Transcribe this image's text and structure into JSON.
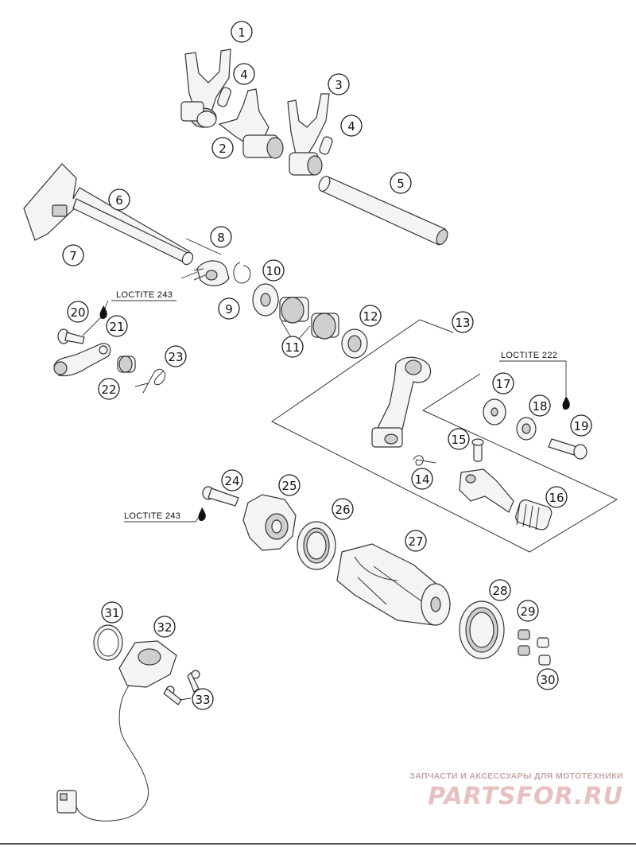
{
  "callouts": [
    {
      "id": "1",
      "label": "1"
    },
    {
      "id": "2",
      "label": "2"
    },
    {
      "id": "3",
      "label": "3"
    },
    {
      "id": "4a",
      "label": "4"
    },
    {
      "id": "4b",
      "label": "4"
    },
    {
      "id": "5",
      "label": "5"
    },
    {
      "id": "6",
      "label": "6"
    },
    {
      "id": "7",
      "label": "7"
    },
    {
      "id": "8",
      "label": "8"
    },
    {
      "id": "9",
      "label": "9"
    },
    {
      "id": "10",
      "label": "10"
    },
    {
      "id": "11",
      "label": "11"
    },
    {
      "id": "12",
      "label": "12"
    },
    {
      "id": "13",
      "label": "13"
    },
    {
      "id": "14",
      "label": "14"
    },
    {
      "id": "15",
      "label": "15"
    },
    {
      "id": "16",
      "label": "16"
    },
    {
      "id": "17",
      "label": "17"
    },
    {
      "id": "18",
      "label": "18"
    },
    {
      "id": "19",
      "label": "19"
    },
    {
      "id": "20",
      "label": "20"
    },
    {
      "id": "21",
      "label": "21"
    },
    {
      "id": "22",
      "label": "22"
    },
    {
      "id": "23",
      "label": "23"
    },
    {
      "id": "24",
      "label": "24"
    },
    {
      "id": "25",
      "label": "25"
    },
    {
      "id": "26",
      "label": "26"
    },
    {
      "id": "27",
      "label": "27"
    },
    {
      "id": "28",
      "label": "28"
    },
    {
      "id": "29",
      "label": "29"
    },
    {
      "id": "30",
      "label": "30"
    },
    {
      "id": "31",
      "label": "31"
    },
    {
      "id": "32",
      "label": "32"
    },
    {
      "id": "33",
      "label": "33"
    }
  ],
  "notes": {
    "loctite_top": "LOCTITE 243",
    "loctite_right": "LOCTITE 222",
    "loctite_bottom": "LOCTITE 243"
  },
  "watermark": {
    "tagline": "ЗАПЧАСТИ И АКСЕССУАРЫ ДЛЯ МОТОТЕХНИКИ",
    "logo": "PARTSFOR.RU"
  }
}
